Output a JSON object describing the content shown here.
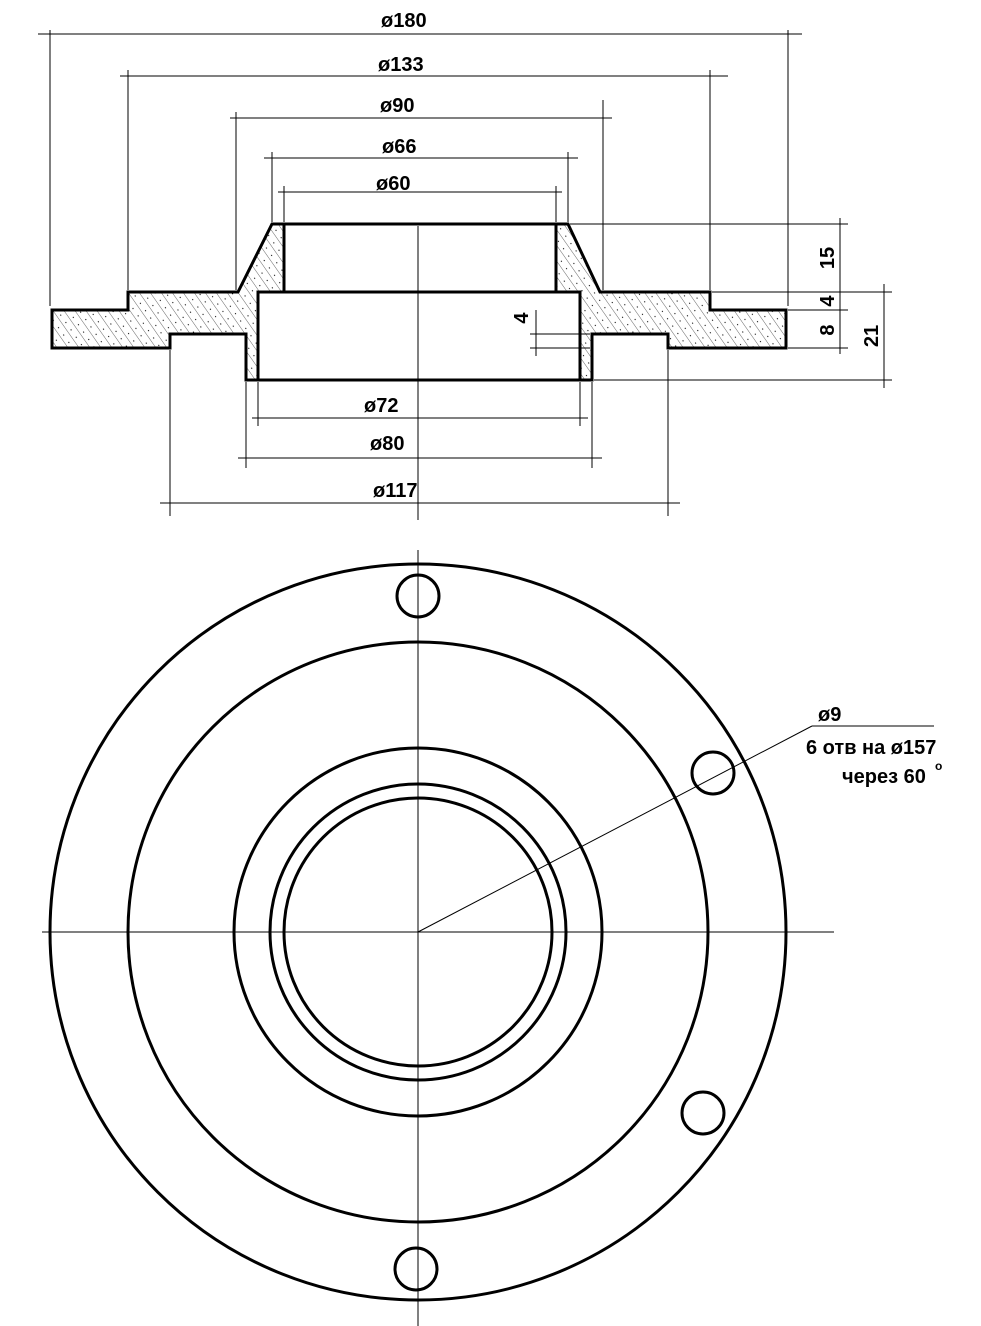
{
  "section_view": {
    "diameters_top": [
      "ø180",
      "ø133",
      "ø90",
      "ø66",
      "ø60"
    ],
    "diameters_bottom": [
      "ø72",
      "ø80",
      "ø117"
    ],
    "heights": [
      "15",
      "4",
      "8",
      "21",
      "4"
    ]
  },
  "plan_view": {
    "hole_label": "ø9",
    "hole_note_line1": "6 отв на ø157",
    "hole_note_line2": "через 60",
    "degree_mark": "o"
  }
}
